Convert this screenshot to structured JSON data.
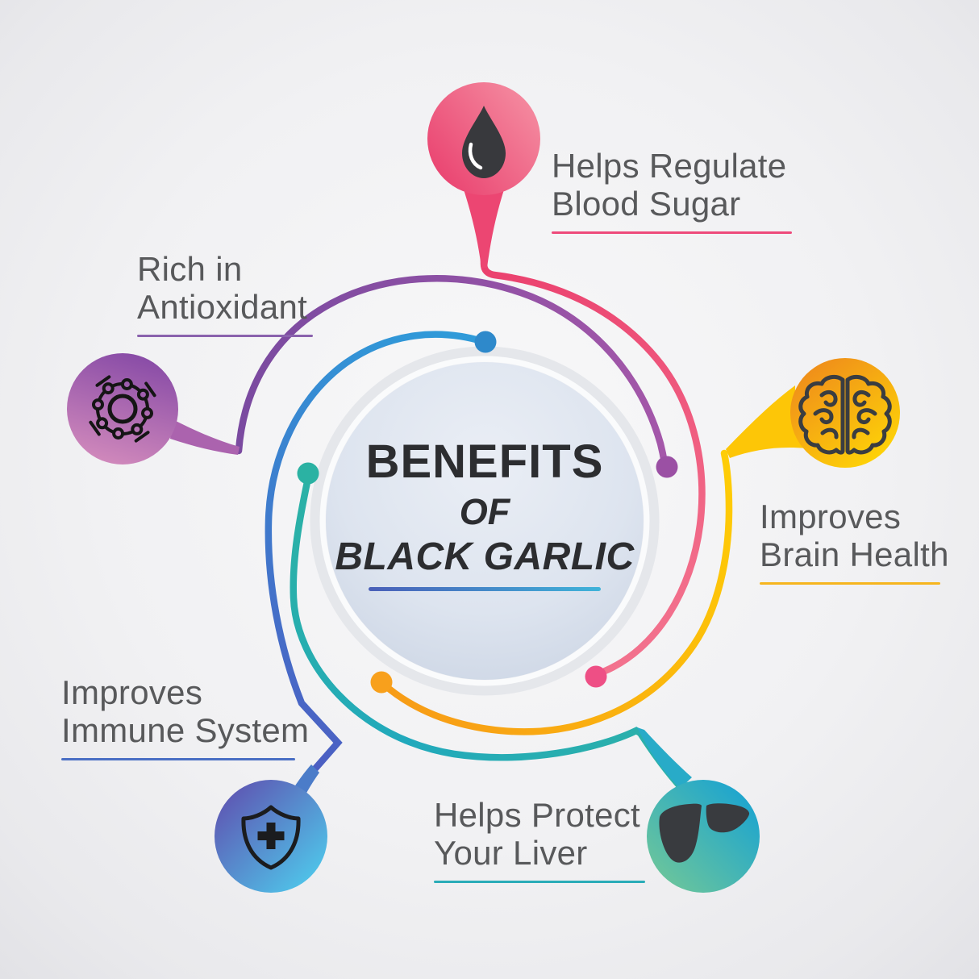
{
  "center": {
    "line1": "BENEFITS",
    "line2": "OF",
    "line3": "BLACK GARLIC",
    "underline_gradient": [
      "#4a5fb8",
      "#3fb3d9"
    ],
    "circle_fill": [
      "#eaeef5",
      "#c7d1e1"
    ]
  },
  "benefits": [
    {
      "name": "blood-sugar",
      "line1": "Helps Regulate",
      "line2": "Blood Sugar",
      "icon": "blood-drop-icon",
      "accent": "#ee4a7b",
      "bubble_gradient": [
        "#e93e6d",
        "#f590a3"
      ],
      "position": "top"
    },
    {
      "name": "brain-health",
      "line1": "Improves",
      "line2": "Brain Health",
      "icon": "brain-icon",
      "accent": "#f6b51e",
      "bubble_gradient": [
        "#ee871c",
        "#ffd806"
      ],
      "position": "right"
    },
    {
      "name": "liver-protection",
      "line1": "Helps Protect",
      "line2": "Your Liver",
      "icon": "liver-icon",
      "accent": "#2aacb8",
      "bubble_gradient": [
        "#1ba4d0",
        "#6cc59b"
      ],
      "position": "bottom-right"
    },
    {
      "name": "immune-system",
      "line1": "Improves",
      "line2": "Immune System",
      "icon": "shield-cross-icon",
      "accent": "#4a6fc4",
      "bubble_gradient": [
        "#5e56b3",
        "#4fc6ea"
      ],
      "position": "bottom-left"
    },
    {
      "name": "antioxidant",
      "line1": "Rich in",
      "line2": "Antioxidant",
      "icon": "molecule-icon",
      "accent": "#8a62ad",
      "bubble_gradient": [
        "#8a4da7",
        "#d28abc"
      ],
      "position": "left"
    }
  ],
  "text_color": "#58595b"
}
